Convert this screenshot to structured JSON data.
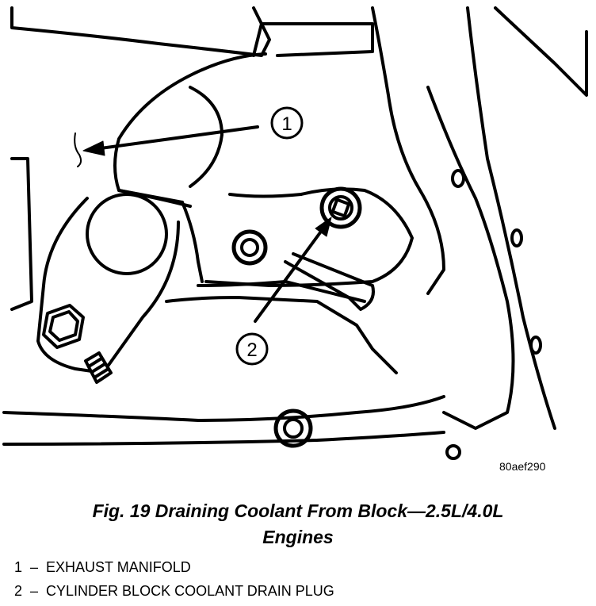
{
  "figure": {
    "reference_code": "80aef290",
    "caption_line1": "Fig. 19 Draining Coolant From Block—2.5L/4.0L",
    "caption_line2": "Engines"
  },
  "callouts": [
    {
      "number": "1"
    },
    {
      "number": "2"
    }
  ],
  "legend": [
    {
      "text": "1  –  EXHAUST MANIFOLD"
    },
    {
      "text": "2  –  CYLINDER BLOCK COOLANT DRAIN PLUG"
    }
  ]
}
